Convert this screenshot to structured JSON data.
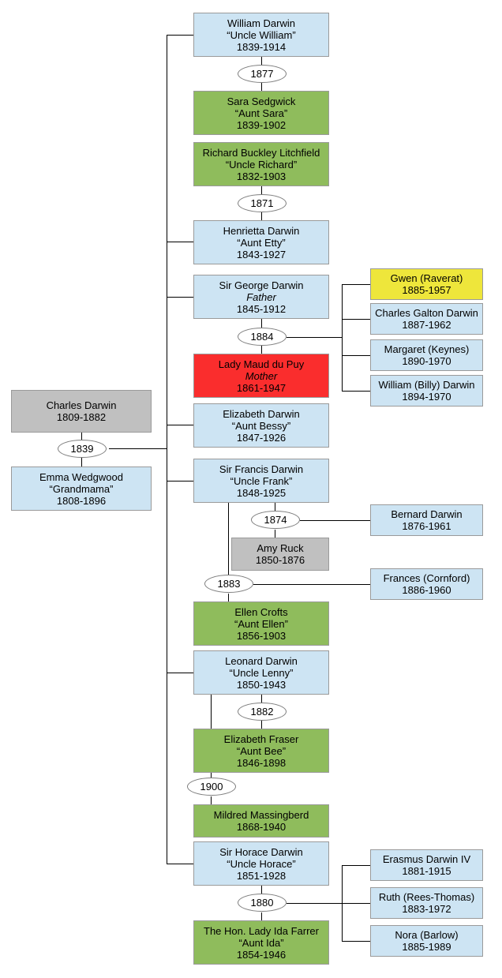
{
  "diagram": {
    "title": "Darwin family tree",
    "colors": {
      "blue": "#cde4f3",
      "green": "#8fbc5c",
      "grey": "#c0c0c0",
      "red": "#fa2d2d",
      "yellow": "#eee63b",
      "border": "#9a9a9a",
      "line": "#000000"
    }
  },
  "nodes": {
    "charles_darwin": {
      "name": "Charles Darwin",
      "alias": "",
      "dates": "1809-1882"
    },
    "emma_wedgwood": {
      "name": "Emma Wedgwood",
      "alias": "“Grandmama”",
      "dates": "1808-1896"
    },
    "william_darwin": {
      "name": "William Darwin",
      "alias": "“Uncle William”",
      "dates": "1839-1914"
    },
    "sara_sedgwick": {
      "name": "Sara Sedgwick",
      "alias": "“Aunt Sara”",
      "dates": "1839-1902"
    },
    "richard_litchfield": {
      "name": "Richard Buckley Litchfield",
      "alias": "“Uncle Richard”",
      "dates": "1832-1903"
    },
    "henrietta_darwin": {
      "name": "Henrietta Darwin",
      "alias": "“Aunt Etty”",
      "dates": "1843-1927"
    },
    "george_darwin": {
      "name": "Sir George Darwin",
      "alias": "Father",
      "dates": "1845-1912"
    },
    "maud_du_puy": {
      "name": "Lady Maud du Puy",
      "alias": "Mother",
      "dates": "1861-1947"
    },
    "elizabeth_darwin": {
      "name": "Elizabeth Darwin",
      "alias": "“Aunt Bessy”",
      "dates": "1847-1926"
    },
    "francis_darwin": {
      "name": "Sir Francis Darwin",
      "alias": "“Uncle Frank”",
      "dates": "1848-1925"
    },
    "amy_ruck": {
      "name": "Amy Ruck",
      "alias": "",
      "dates": "1850-1876"
    },
    "ellen_crofts": {
      "name": "Ellen Crofts",
      "alias": "“Aunt Ellen”",
      "dates": "1856-1903"
    },
    "leonard_darwin": {
      "name": "Leonard Darwin",
      "alias": "“Uncle Lenny”",
      "dates": "1850-1943"
    },
    "elizabeth_fraser": {
      "name": "Elizabeth Fraser",
      "alias": "“Aunt Bee”",
      "dates": "1846-1898"
    },
    "mildred_massingberd": {
      "name": "Mildred Massingberd",
      "alias": "",
      "dates": "1868-1940"
    },
    "horace_darwin": {
      "name": "Sir Horace Darwin",
      "alias": "“Uncle Horace”",
      "dates": "1851-1928"
    },
    "ida_farrer": {
      "name": "The Hon. Lady Ida Farrer",
      "alias": "“Aunt Ida”",
      "dates": "1854-1946"
    },
    "gwen_raverat": {
      "name": "Gwen (Raverat)",
      "alias": "",
      "dates": "1885-1957"
    },
    "charles_galton_darwin": {
      "name": "Charles Galton Darwin",
      "alias": "",
      "dates": "1887-1962"
    },
    "margaret_keynes": {
      "name": "Margaret (Keynes)",
      "alias": "",
      "dates": "1890-1970"
    },
    "william_billy_darwin": {
      "name": "William (Billy) Darwin",
      "alias": "",
      "dates": "1894-1970"
    },
    "bernard_darwin": {
      "name": "Bernard Darwin",
      "alias": "",
      "dates": "1876-1961"
    },
    "frances_cornford": {
      "name": "Frances (Cornford)",
      "alias": "",
      "dates": "1886-1960"
    },
    "erasmus_darwin_iv": {
      "name": "Erasmus Darwin IV",
      "alias": "",
      "dates": "1881-1915"
    },
    "ruth_rees_thomas": {
      "name": "Ruth (Rees-Thomas)",
      "alias": "",
      "dates": "1883-1972"
    },
    "nora_barlow": {
      "name": "Nora (Barlow)",
      "alias": "",
      "dates": "1885-1989"
    }
  },
  "marriages": {
    "m1839": {
      "year": "1839"
    },
    "m1877": {
      "year": "1877"
    },
    "m1871": {
      "year": "1871"
    },
    "m1884": {
      "year": "1884"
    },
    "m1874": {
      "year": "1874"
    },
    "m1883": {
      "year": "1883"
    },
    "m1882": {
      "year": "1882"
    },
    "m1900": {
      "year": "1900"
    },
    "m1880": {
      "year": "1880"
    }
  }
}
